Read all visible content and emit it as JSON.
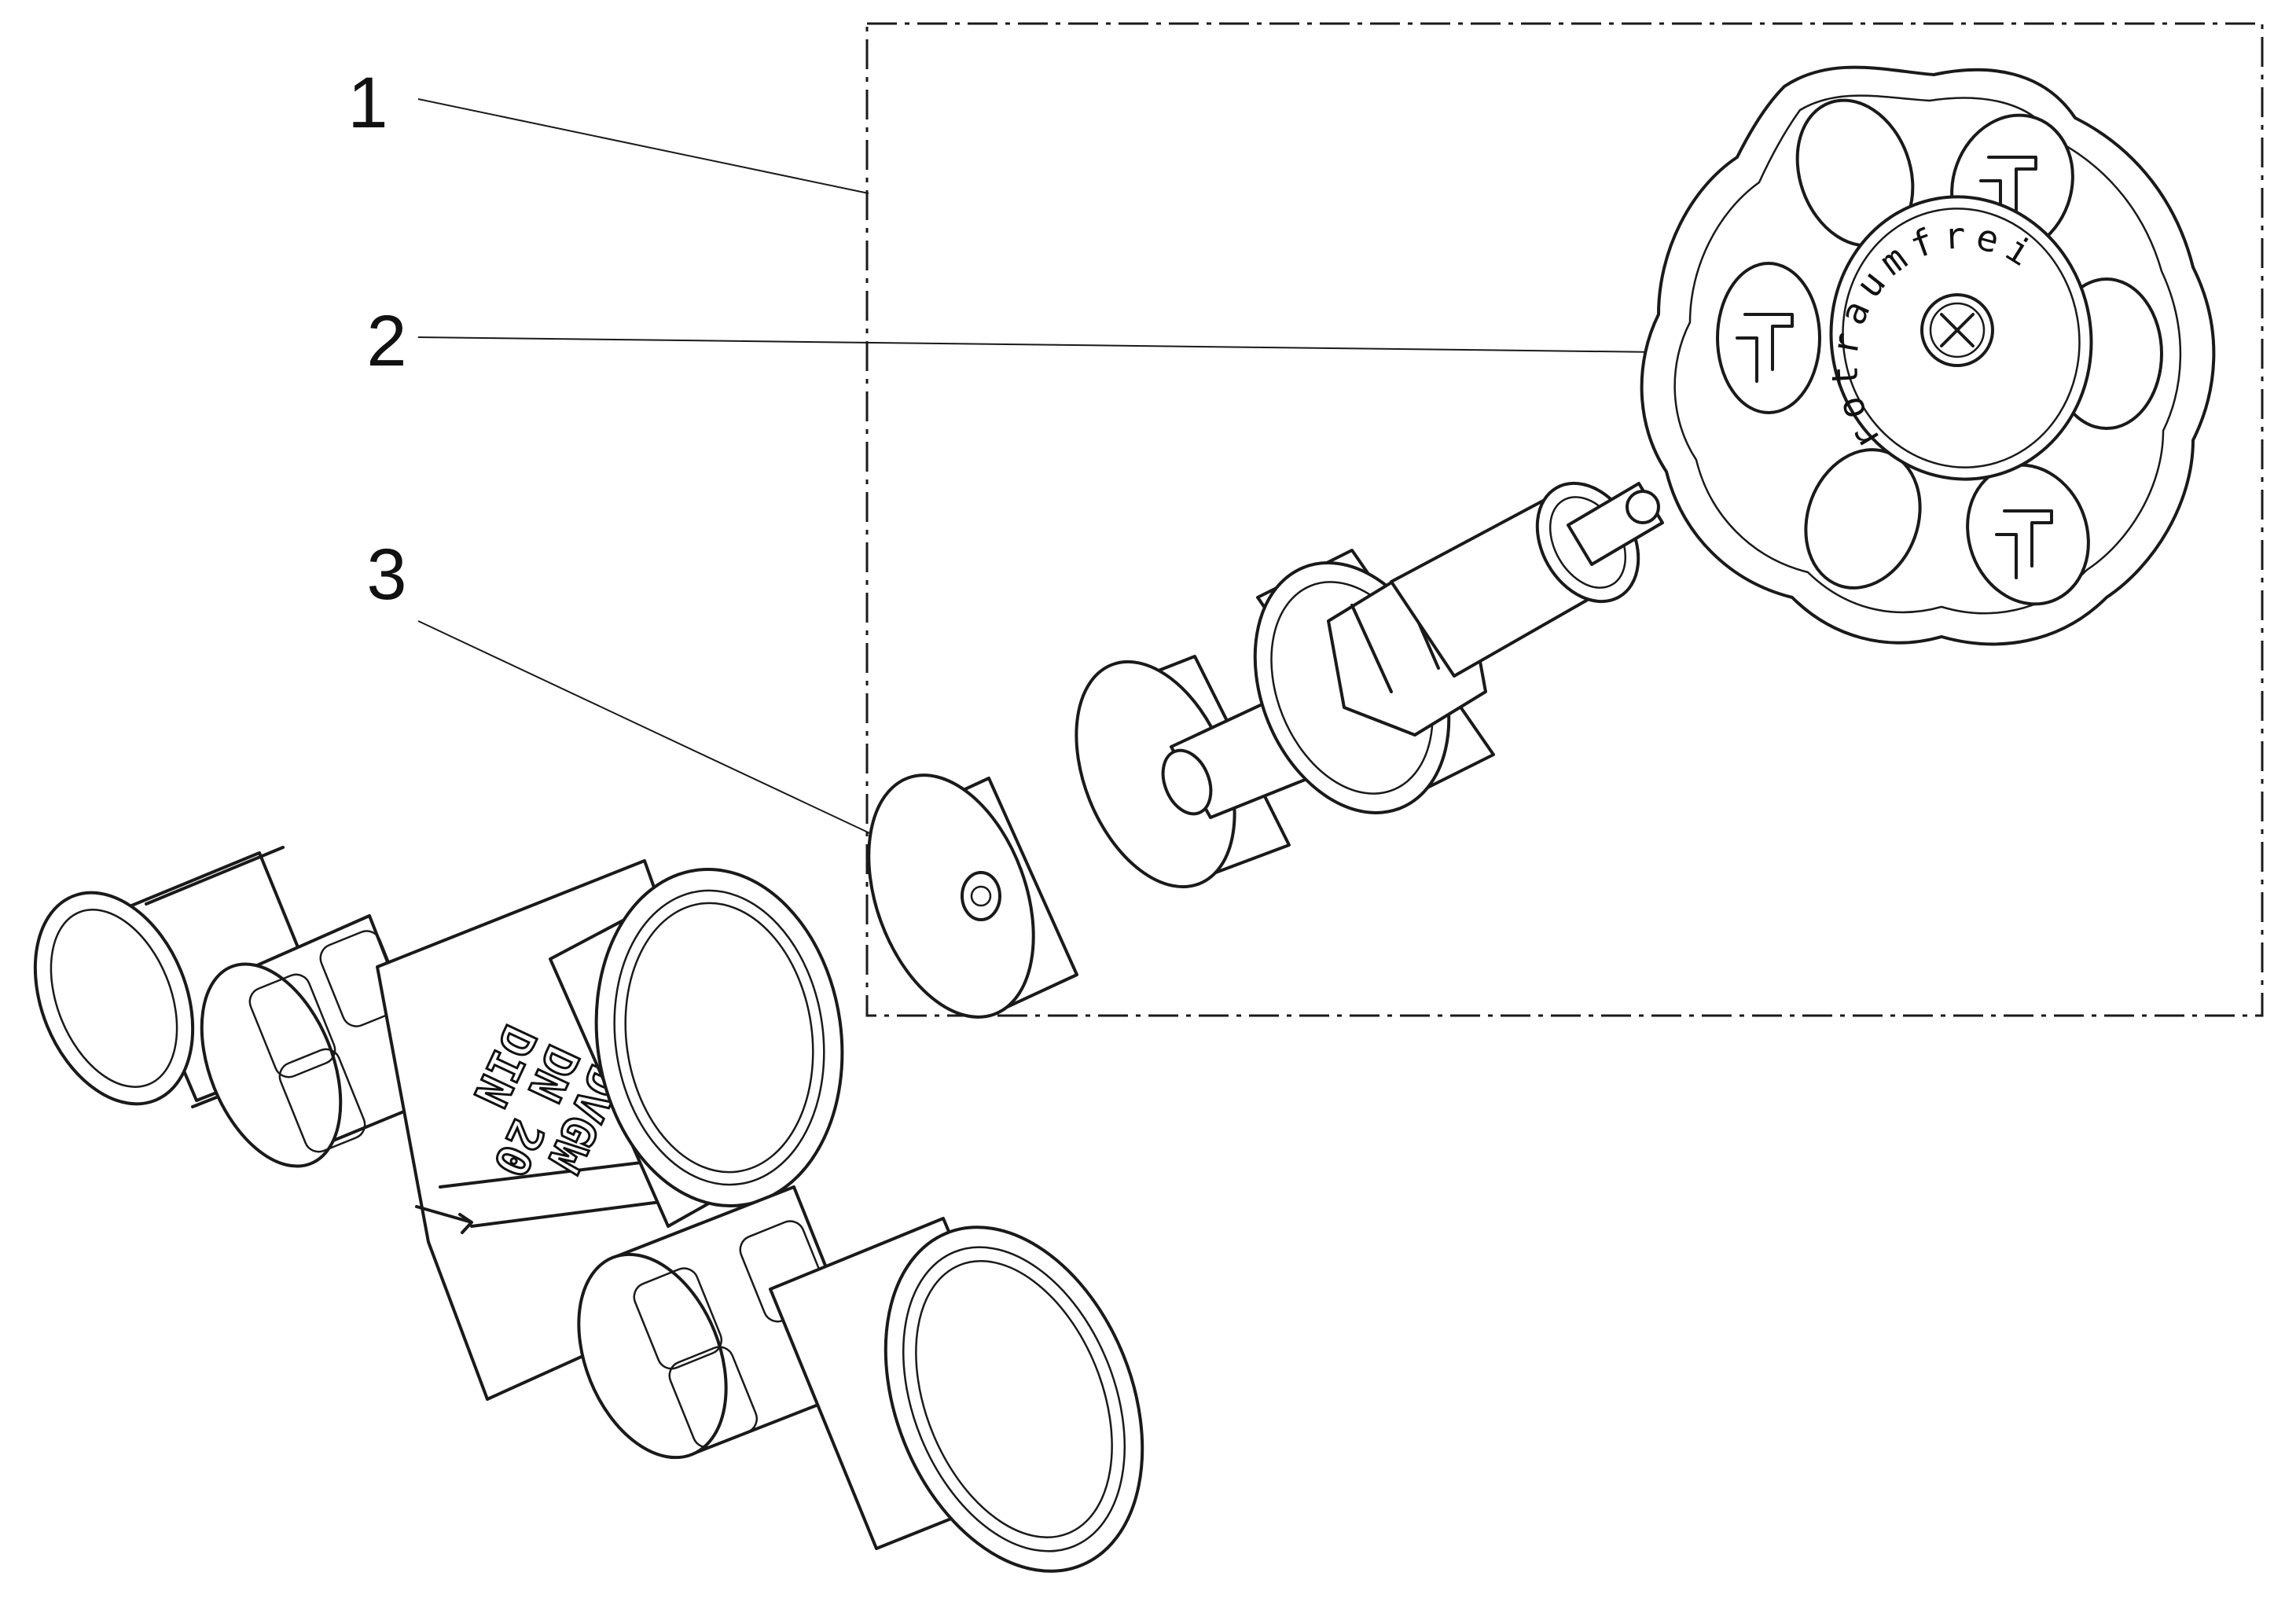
{
  "callouts": [
    "1",
    "2",
    "3"
  ],
  "knob_ring_text": "rotraumfrei",
  "body_marking": {
    "lines": [
      "DVGW",
      "DN 20",
      "DIN"
    ]
  },
  "colors": {
    "line": "#1a1a1a",
    "background": "#ffffff"
  }
}
